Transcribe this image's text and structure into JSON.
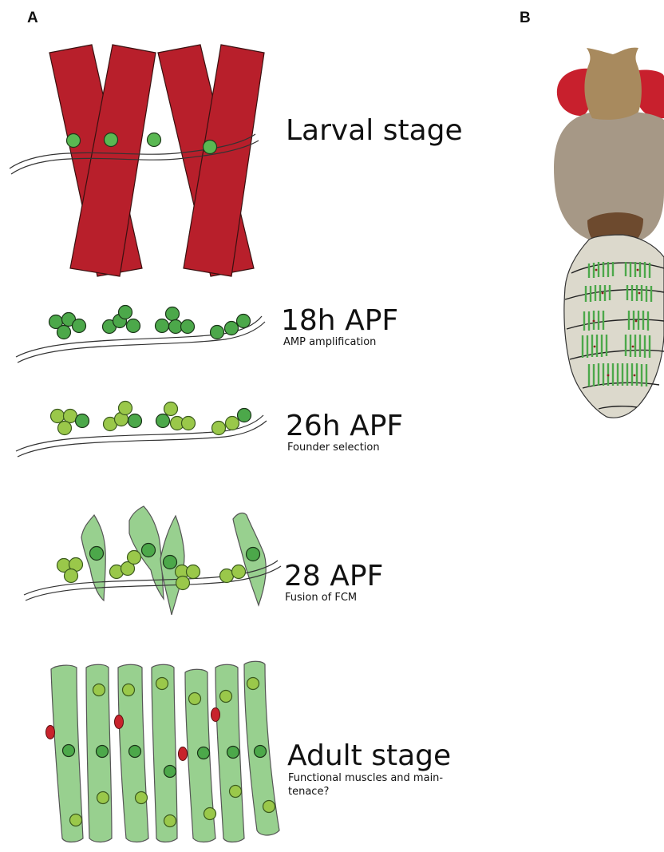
{
  "panels": {
    "a": "A",
    "b": "B"
  },
  "stages": [
    {
      "title": "Larval stage",
      "subtitle": ""
    },
    {
      "title": "18h APF",
      "subtitle": "AMP amplification"
    },
    {
      "title": "26h APF",
      "subtitle": "Founder selection"
    },
    {
      "title": "28 APF",
      "subtitle": "Fusion of FCM"
    },
    {
      "title": "Adult stage",
      "subtitle_line1": "Functional muscles and main-",
      "subtitle_line2": "tenace?"
    }
  ],
  "colors": {
    "larval_muscle": "#b81f2b",
    "amp_dark_green": "#4ca84a",
    "fcm_light_green": "#9ac84a",
    "myotube_green": "#98d08f",
    "red_cell": "#c8232c",
    "head": "#a88a5e",
    "eye": "#c8202d",
    "thorax": "#a69886",
    "scutellum": "#6d4a2e",
    "abdomen": "#dcd9cc"
  }
}
